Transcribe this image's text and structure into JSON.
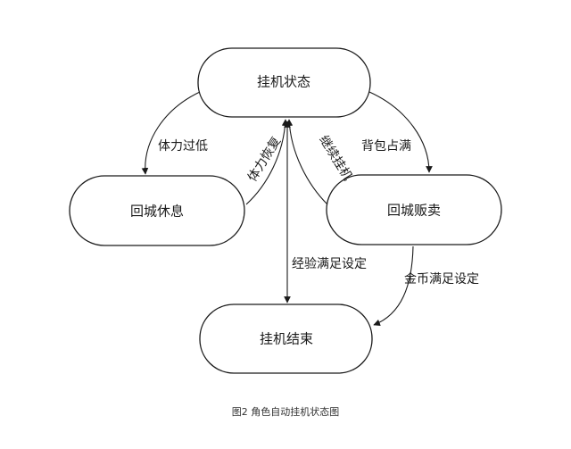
{
  "nodes": {
    "hangup": "挂机状态",
    "rest": "回城休息",
    "sell": "回城贩卖",
    "end": "挂机结束"
  },
  "edges": {
    "stamina_low": "体力过低",
    "stamina_recovered": "体力恢复",
    "continue_hangup": "继续挂机",
    "bag_full": "背包占满",
    "exp_reached": "经验满足设定",
    "gold_reached": "金币满足设定"
  },
  "caption": "图2 角色自动挂机状态图",
  "colors": {
    "stroke": "#1a1a1a",
    "background": "#ffffff"
  }
}
